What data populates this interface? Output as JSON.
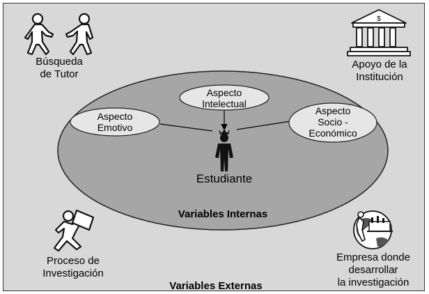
{
  "external": {
    "tutor": [
      "Búsqueda",
      "de Tutor"
    ],
    "institution": [
      "Apoyo de la",
      "Institución"
    ],
    "research": [
      "Proceso de",
      "Investigación"
    ],
    "company": [
      "Empresa donde",
      "desarrollar",
      "la investigación"
    ],
    "variables_label": "Variables Externas"
  },
  "internal": {
    "intellectual": [
      "Aspecto",
      "Intelectual"
    ],
    "emotional": [
      "Aspecto",
      "Emotivo"
    ],
    "socio": [
      "Aspecto",
      "Socio -",
      "Económico"
    ],
    "variables_label": "Variables Internas"
  },
  "center": {
    "label": "Estudiante"
  },
  "icons": {
    "bank_symbol": "$",
    "names": [
      "handshake-people-icon",
      "bank-icon",
      "walking-person-icon",
      "globe-factory-icon",
      "student-figure-icon"
    ]
  },
  "colors": {
    "outer": "#d8d8d8",
    "inner_circle": "#a6a6a6",
    "small_ellipse": "#e6e6e6"
  }
}
